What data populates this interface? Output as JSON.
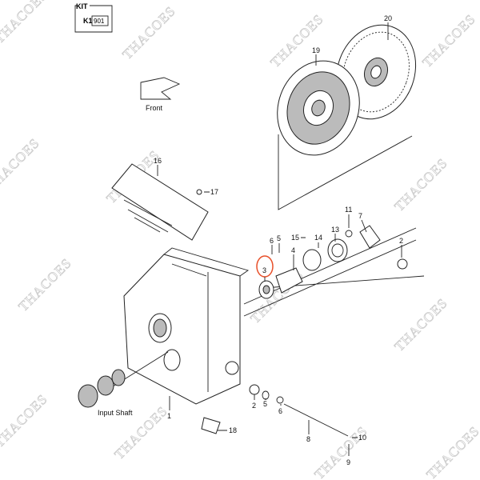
{
  "kit": {
    "title": "KIT",
    "code": "K1",
    "number": "901"
  },
  "direction_label": "Front",
  "input_shaft_label": "Input Shaft",
  "watermark": "THACOES",
  "highlight_color": "#e8502a",
  "callouts": {
    "c20": "20",
    "c19": "19",
    "c16": "16",
    "c17": "17",
    "c11": "11",
    "c7": "7",
    "c6": "6",
    "c5": "5",
    "c15": "15",
    "c14": "14",
    "c13": "13",
    "c4": "4",
    "c2": "2",
    "c3": "3",
    "c1": "1",
    "c2b": "2",
    "c5b": "5",
    "c6b": "6",
    "c8": "8",
    "c10": "10",
    "c9": "9",
    "c18": "18"
  },
  "highlighted_part": "3"
}
